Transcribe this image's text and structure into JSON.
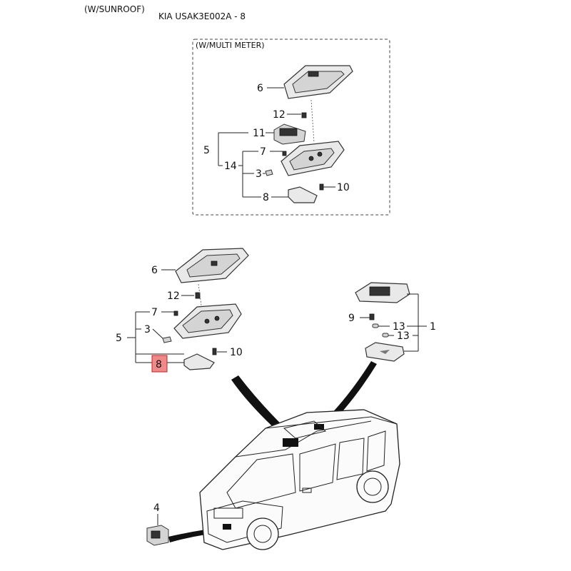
{
  "header": {
    "variant": "(W/SUNROOF)",
    "catalog_ref": "KIA USAK3E002A - 8"
  },
  "inset": {
    "title": "(W/MULTI METER)",
    "callouts": {
      "c6": "6",
      "c12": "12",
      "c11": "11",
      "c5": "5",
      "c7": "7",
      "c14": "14",
      "c3": "3",
      "c10": "10",
      "c8": "8"
    }
  },
  "main": {
    "callouts": {
      "c6": "6",
      "c12": "12",
      "c7": "7",
      "c5": "5",
      "c3": "3",
      "c10": "10",
      "c8": "8"
    },
    "highlighted_callout": "8",
    "highlight_color": "#f08a8a"
  },
  "right_assembly": {
    "callouts": {
      "c9": "9",
      "c13a": "13",
      "c13b": "13",
      "c1": "1"
    }
  },
  "bottom": {
    "callouts": {
      "c4": "4"
    }
  }
}
